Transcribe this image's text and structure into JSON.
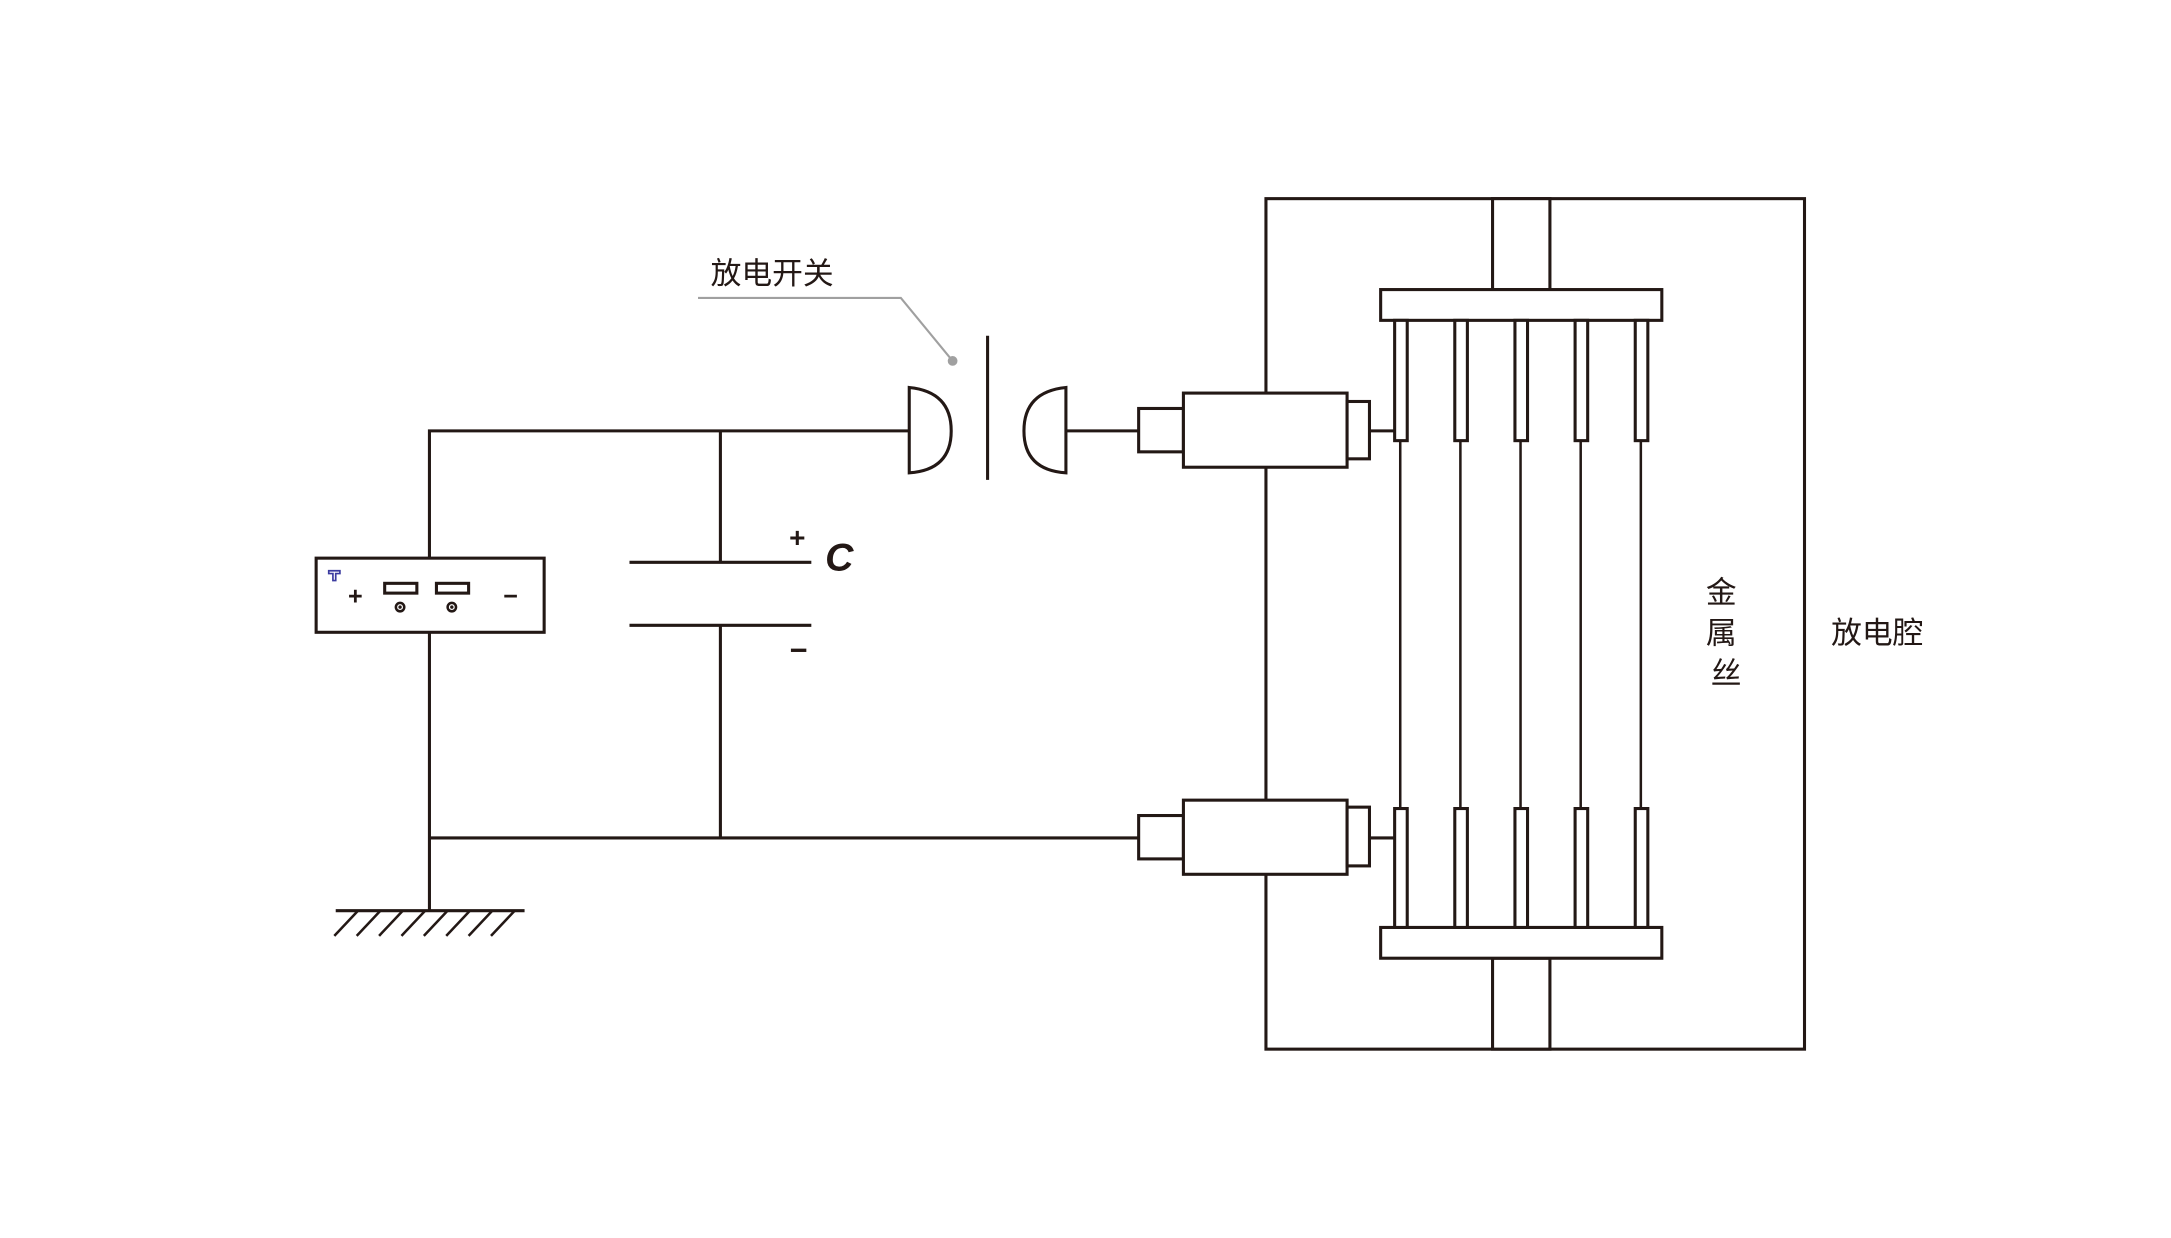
{
  "labels": {
    "switch": "放电开关",
    "capacitor": "C",
    "cap_plus": "+",
    "cap_minus": "−",
    "supply_plus": "+",
    "supply_minus": "−",
    "wire_chars": [
      "金",
      "属",
      "丝"
    ],
    "chamber": "放电腔"
  },
  "colors": {
    "line": "#231815",
    "leader": "#a0a0a0",
    "supply_logo": "#3b3ba0"
  }
}
